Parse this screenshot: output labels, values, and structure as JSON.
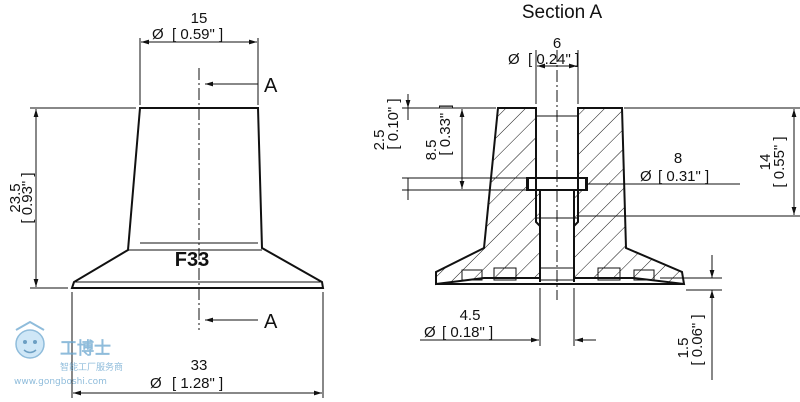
{
  "section_title": "Section A",
  "part_marking": "F33",
  "cut_label_top": "A",
  "cut_label_bottom": "A",
  "diameter_symbol": "Ø",
  "left_view": {
    "top_diameter": {
      "value": "15",
      "inch": "[ 0.59\" ]"
    },
    "height": {
      "value": "23.5",
      "inch": "[ 0.93\" ]"
    },
    "base_diameter": {
      "value": "33",
      "inch": "[ 1.28\" ]"
    }
  },
  "section_view": {
    "bore_diameter": {
      "value": "6",
      "inch": "[ 0.24\" ]"
    },
    "depth_2_5": {
      "value": "2.5",
      "inch": "[ 0.10\" ]"
    },
    "depth_8_5": {
      "value": "8.5",
      "inch": "[ 0.33\" ]"
    },
    "groove_diameter": {
      "value": "8",
      "inch": "[ 0.31\" ]"
    },
    "height_14": {
      "value": "14",
      "inch": "[ 0.55\" ]"
    },
    "lower_bore": {
      "value": "4.5",
      "inch": "[ 0.18\" ]"
    },
    "lip_height": {
      "value": "1.5",
      "inch": "[ 0.06\" ]"
    }
  },
  "watermark": {
    "brand": "工博士",
    "subtitle": "智能工厂服务商",
    "url": "www.gongboshi.com"
  }
}
